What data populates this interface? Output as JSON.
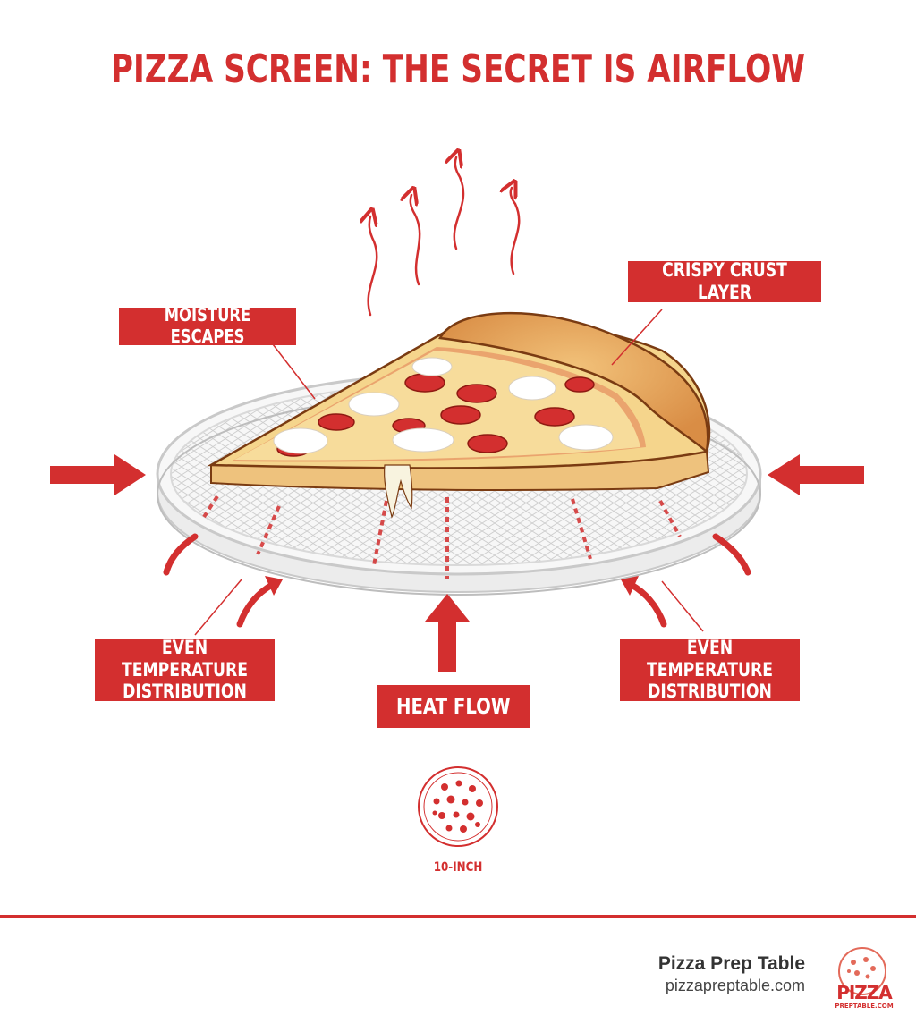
{
  "title": "PIZZA SCREEN: THE SECRET IS AIRFLOW",
  "labels": {
    "moisture": "MOISTURE ESCAPES",
    "crust": "CRISPY CRUST LAYER",
    "even_left": "EVEN TEMPERATURE\nDISTRIBUTION",
    "even_right": "EVEN TEMPERATURE\nDISTRIBUTION",
    "heat": "HEAT FLOW"
  },
  "size_caption": "10-INCH",
  "footer": {
    "brand": "Pizza Prep Table",
    "url": "pizzapreptable.com",
    "logo_word": "PIZZA",
    "logo_sub": "PREPTABLE.COM"
  },
  "colors": {
    "accent": "#d32f2f",
    "text": "#333333"
  },
  "icons": [
    "steam-arrow-icon",
    "pizza-slice-icon",
    "pizza-screen-icon",
    "heat-arrow-icon",
    "mini-pizza-icon",
    "brand-logo-icon"
  ]
}
